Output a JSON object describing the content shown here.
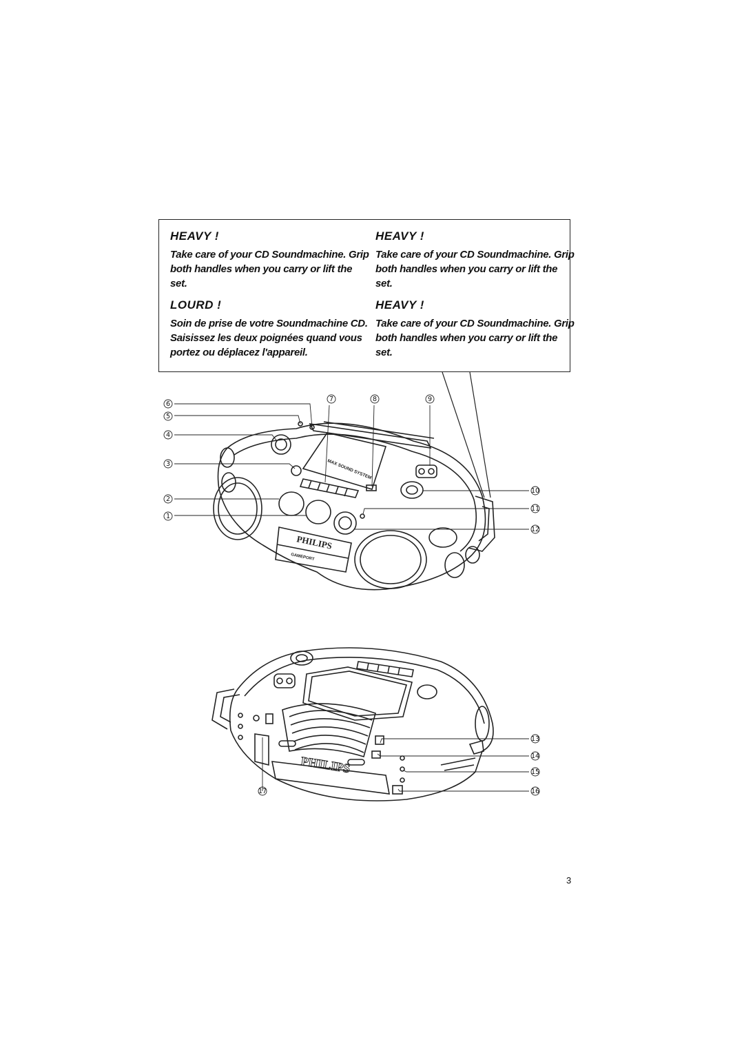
{
  "warnings": [
    {
      "title": "HEAVY !",
      "text": "Take care of your CD Soundmachine. Grip both handles when you carry or lift the set."
    },
    {
      "title": "HEAVY !",
      "text": "Take care of your CD Soundmachine. Grip both handles when you carry or lift the set."
    },
    {
      "title": "LOURD !",
      "text": "Soin de prise de votre Soundmachine CD. Saisissez les deux poignées quand vous portez ou déplacez l'appareil."
    },
    {
      "title": "HEAVY !",
      "text": "Take care of your CD Soundmachine. Grip both handles when you carry or lift the set."
    }
  ],
  "front_view": {
    "brand": "PHILIPS",
    "model": "GAMEPORT",
    "panel_text": "MAX SOUND SYSTEM",
    "callouts": [
      "1",
      "2",
      "3",
      "4",
      "5",
      "6",
      "7",
      "8",
      "9",
      "10",
      "11",
      "12"
    ]
  },
  "rear_view": {
    "brand": "PHILIPS",
    "callouts": [
      "13",
      "14",
      "15",
      "16",
      "17"
    ]
  },
  "page_number": "3"
}
